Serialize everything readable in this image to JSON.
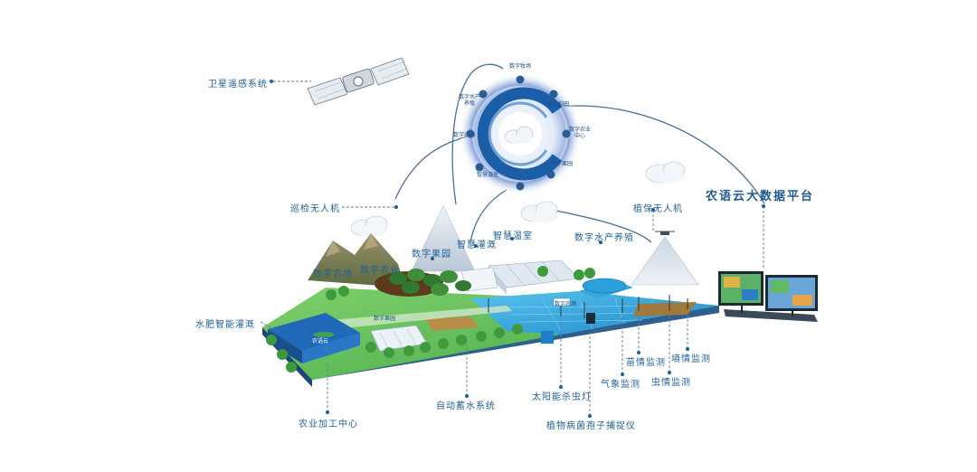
{
  "labels": {
    "satellite": "卫星遥感系统",
    "cloud_platform": "农语云大数据平台",
    "patrol_drone": "巡检无人机",
    "plant_drone": "植保无人机",
    "digital_orchard": "数字果园",
    "smart_greenhouse": "智慧温室",
    "smart_irrigation": "智慧灌溉",
    "digital_aquaculture": "数字水产养殖",
    "digital_farm": "数字农场",
    "digital_ag": "数字农业",
    "fert_irrigation": "水肥智能灌溉",
    "processing_center": "农业加工中心",
    "auto_water": "自动蓄水系统",
    "solar_lamp": "太阳能杀虫灯",
    "spore_trap": "植物病菌孢子捕捉仪",
    "weather": "气象监测",
    "seedling": "苗情监测",
    "soil": "墒情监测",
    "pest": "虫情监测"
  },
  "ring": {
    "digital_pasture": "数字牧场",
    "digital_aqua": "数字水产养殖",
    "unmanned_field": "无人稻田",
    "digital_ag_center": "数字农业中心",
    "digital_farm": "数字农场",
    "smart_greenhouse": "智慧温室",
    "digital_orchard": "数字果园"
  },
  "signs": {
    "orchard_sign": "数字果园",
    "building_sign": "农语云",
    "field_sign": "数字农场"
  },
  "colors": {
    "label_text": "#1f5f98",
    "connector": "#5a7fa6",
    "grass": "#5cbc5a",
    "water": "#2a9fd8",
    "base": "#2e5f8f"
  }
}
